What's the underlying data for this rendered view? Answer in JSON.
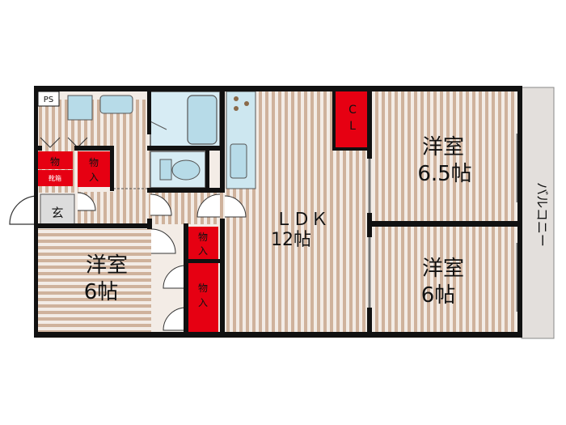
{
  "rooms": {
    "western_65": {
      "name": "洋室",
      "size": "6.5帖"
    },
    "western_6_left": {
      "name": "洋室",
      "size": "6帖"
    },
    "western_6_right": {
      "name": "洋室",
      "size": "6帖"
    },
    "ldk": {
      "name": "ＬＤＫ",
      "size": "12帖"
    },
    "balcony": {
      "name": "バルコニー"
    },
    "entrance": {
      "name": "玄"
    }
  },
  "storage": {
    "closet": "CL",
    "storage_a": "物",
    "shoe_box": "靴箱",
    "storage_b": "物入",
    "storage_c": "物入",
    "storage_d": "物入"
  },
  "ps": "PS",
  "colors": {
    "floor_stripe": "#c8a991",
    "floor_base": "#f3ece6",
    "wall": "#111111",
    "storage_red": "#e60012",
    "wet_area": "#cde7f0",
    "balcony": "#e3dfdc"
  }
}
